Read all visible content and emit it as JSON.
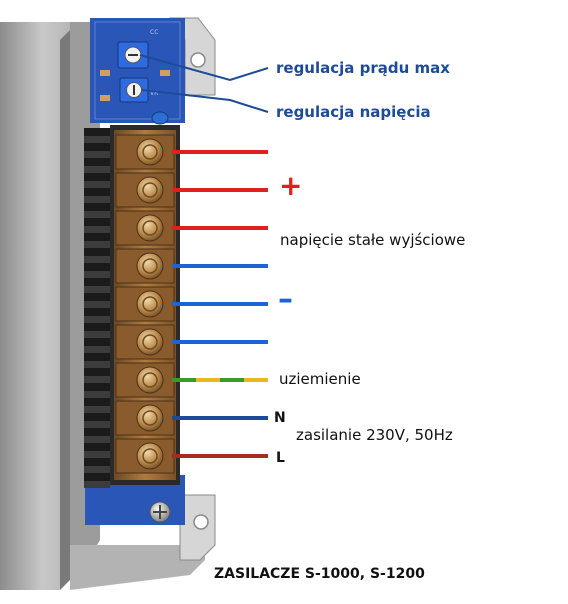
{
  "labels": {
    "current_adj": "regulacja prądu max",
    "voltage_adj": "regulacja napięcia",
    "dc_output": "napięcie stałe wyjściowe",
    "ground": "uziemienie",
    "neutral": "N",
    "mains": "zasilanie 230V, 50Hz",
    "live": "L",
    "footer": "ZASILACZE  S-1000, S-1200"
  },
  "signs": {
    "plus": "+",
    "minus": "–"
  },
  "colors": {
    "positive": "#e0201f",
    "negative": "#1c63d8",
    "neutral_wire": "#1e4a9a",
    "live_wire": "#a52a22",
    "ground_green": "#3a9a2a",
    "ground_yellow": "#e8b820",
    "pointer": "#1e4a9a"
  },
  "wires": [
    {
      "role": "positive"
    },
    {
      "role": "positive"
    },
    {
      "role": "positive"
    },
    {
      "role": "negative"
    },
    {
      "role": "negative"
    },
    {
      "role": "negative"
    },
    {
      "role": "ground"
    },
    {
      "role": "neutral"
    },
    {
      "role": "live"
    }
  ]
}
